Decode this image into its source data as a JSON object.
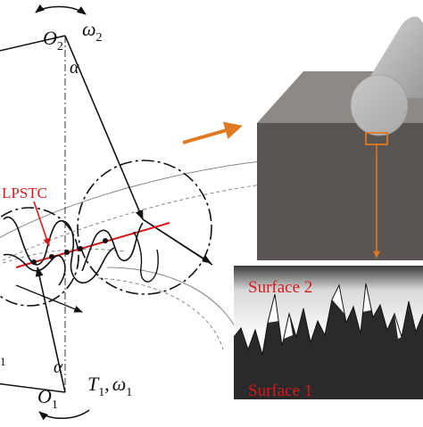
{
  "labels": {
    "o2": "O",
    "o2_sub": "2",
    "omega2": "ω",
    "omega2_sub": "2",
    "alpha_top": "α",
    "lpstc": "LPSTC",
    "alpha_bottom": "α",
    "o1": "O",
    "o1_sub": "1",
    "t1": "T",
    "t1_sub": "1",
    "t1_comma": ",",
    "omega1": "ω",
    "omega1_sub": "1",
    "left_edge_char": "1",
    "surface2": "Surface 2",
    "surface1": "Surface 1"
  },
  "colors": {
    "lpstc_red": "#d7191c",
    "arrow_orange": "#e07a22",
    "block_front": "#5a5552",
    "block_top": "#8e8985",
    "cylinder": "#b9b9b9",
    "surface_dark": "#2a2a2a"
  }
}
